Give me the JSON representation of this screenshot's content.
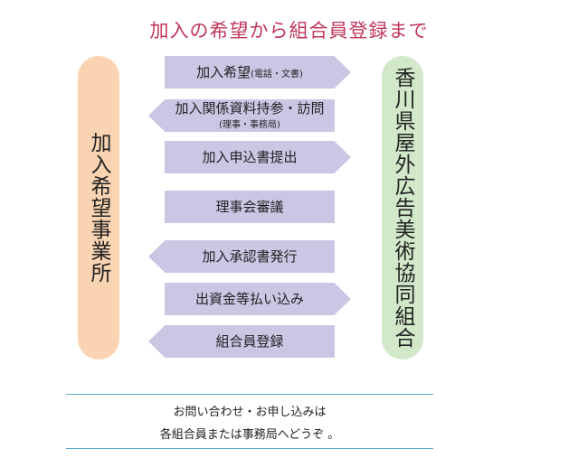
{
  "title": "加入の希望から組合員登録まで",
  "left_party": "加入希望事業所",
  "right_party": "香川県屋外広告美術協同組合",
  "steps": [
    {
      "label": "加入希望",
      "sub": "(電話・文書)",
      "direction": "right"
    },
    {
      "label": "加入関係資料持参・訪問",
      "sub": "(理事・事務局)",
      "direction": "left"
    },
    {
      "label": "加入申込書提出",
      "sub": "",
      "direction": "right"
    },
    {
      "label": "理事会審議",
      "sub": "",
      "direction": "none"
    },
    {
      "label": "加入承認書発行",
      "sub": "",
      "direction": "left"
    },
    {
      "label": "出資金等払い込み",
      "sub": "",
      "direction": "right"
    },
    {
      "label": "組合員登録",
      "sub": "",
      "direction": "left"
    }
  ],
  "contact": {
    "line1": "お問い合わせ・お申し込みは",
    "line2": "各組合員または事務局へどうぞ 。"
  },
  "colors": {
    "title": "#c0375a",
    "left_pill": "#f9d3b2",
    "right_pill": "#d1e8c9",
    "arrow": "#cbc6e4",
    "rule": "#5aa8d0"
  }
}
